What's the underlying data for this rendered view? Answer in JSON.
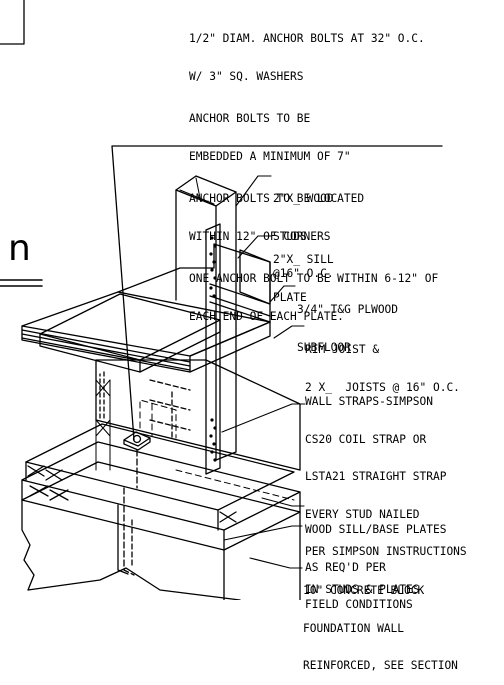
{
  "anchor_notes": [
    "1/2\" DIAM. ANCHOR BOLTS AT 32\" O.C.",
    "W/ 3\" SQ. WASHERS",
    "ANCHOR BOLTS TO BE",
    "EMBEDDED A MINIMUM OF 7\"",
    "ANCHOR BOLTS TO BE LOCATED",
    "WITHIN 12\" OF CORNERS",
    "ONE ANCHOR BOLT TO BE WITHIN 6-12\" OF",
    "EACH END OF EACH PLATE."
  ],
  "callouts": {
    "studs": [
      "2\"X_ WOOD",
      "STUDS",
      "@16\" O.C."
    ],
    "sill_plate": [
      "2\"X_ SILL",
      "PLATE"
    ],
    "subfloor": [
      "3/4\" T&G PLWOOD",
      "SUBFLOOR"
    ],
    "rim_joist": [
      "RIM JOIST &",
      "2 X_  JOISTS @ 16\" O.C."
    ],
    "wall_straps": [
      "WALL STRAPS-SIMPSON",
      "CS20 COIL STRAP OR",
      "LSTA21 STRAIGHT STRAP",
      "EVERY STUD NAILED",
      "PER SIMPSON INSTRUCTIONS",
      "IN STUDS & PLATES"
    ],
    "base_plates": [
      "WOOD SILL/BASE PLATES",
      "AS REQ'D PER",
      "FIELD CONDITIONS"
    ],
    "foundation": [
      "10\" CONCRETE BLOCK",
      "FOUNDATION WALL",
      "REINFORCED, SEE SECTION"
    ]
  },
  "edge_letter": "n"
}
